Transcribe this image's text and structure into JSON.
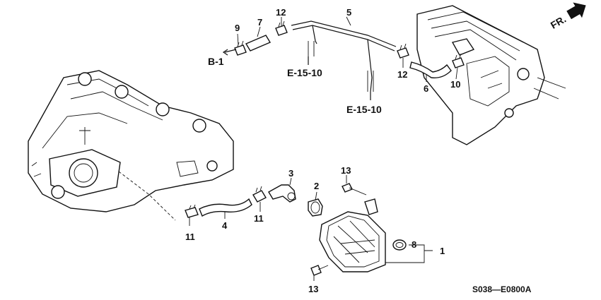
{
  "diagram": {
    "callouts": [
      "1",
      "2",
      "3",
      "4",
      "5",
      "6",
      "7",
      "8",
      "9",
      "10",
      "11",
      "11",
      "12",
      "12",
      "13",
      "13"
    ],
    "refs": {
      "b1": "B-1",
      "e15_upper": "E-15-10",
      "e15_lower": "E-15-10"
    },
    "front_marker": "FR.",
    "drawing_code": "S038—E0800A"
  }
}
